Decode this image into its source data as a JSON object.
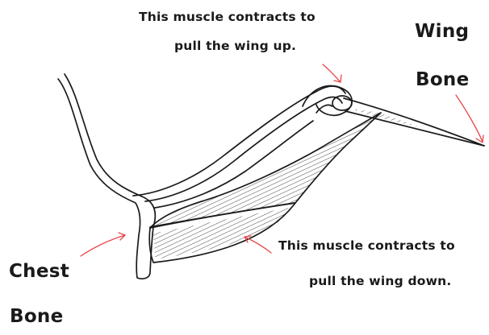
{
  "labels": {
    "upper_muscle_line1": "This muscle contracts to",
    "upper_muscle_line2": "pull the wing up.",
    "lower_muscle_line1": "This muscle contracts to",
    "lower_muscle_line2": "pull the wing down.",
    "wing_bone_line1": "Wing",
    "wing_bone_line2": "Bone",
    "chest_bone_line1": "Chest",
    "chest_bone_line2": "Bone"
  },
  "colors": {
    "ink": "#1a1a1a",
    "arrow": "#e8464a",
    "background": "#ffffff"
  }
}
